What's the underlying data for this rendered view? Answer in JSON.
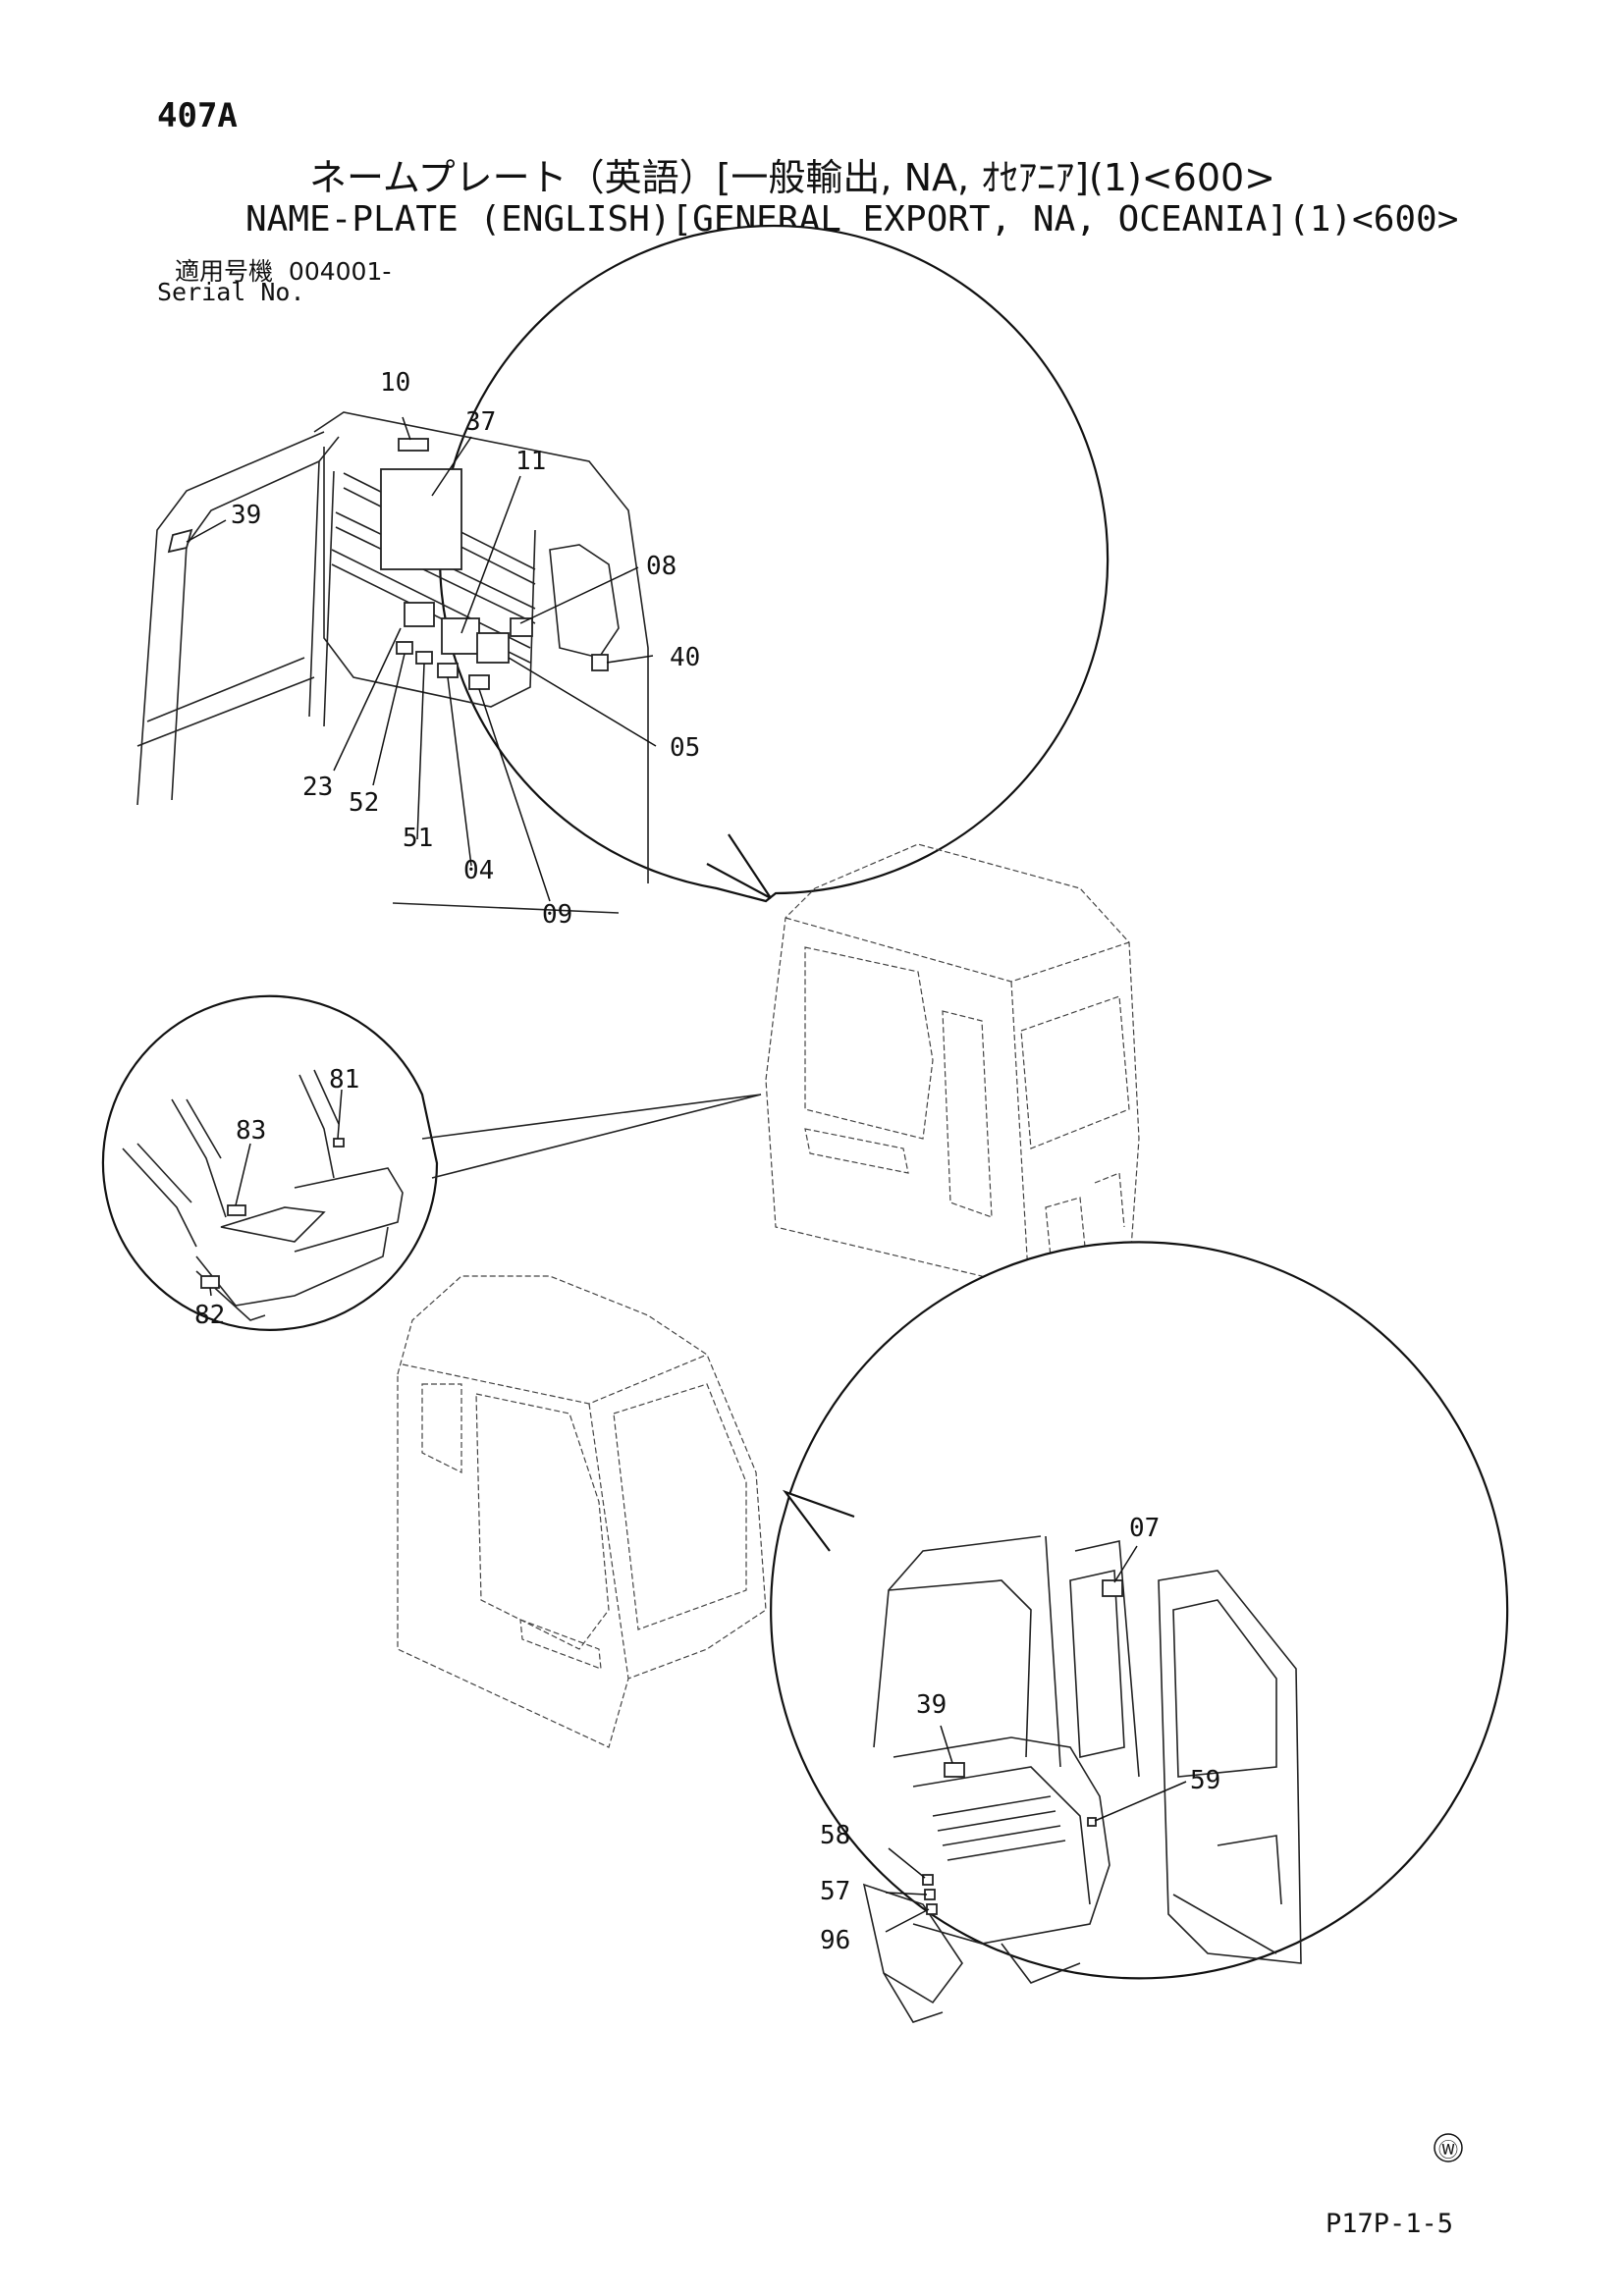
{
  "header": {
    "page_code": "407A",
    "title_jp": "ネームプレート（英語）[一般輸出, NA, ｵｾｱﾆｱ](1)<600>",
    "title_en": "NAME-PLATE (ENGLISH)[GENERAL EXPORT, NA, OCEANIA](1)<600>",
    "serial_label_jp": "適用号機",
    "serial_value": "004001-",
    "serial_label_en": "Serial No."
  },
  "callouts": {
    "c10": "10",
    "c37": "37",
    "c11": "11",
    "c39a": "39",
    "c08": "08",
    "c40": "40",
    "c05": "05",
    "c23": "23",
    "c52": "52",
    "c51": "51",
    "c04": "04",
    "c09": "09",
    "c81": "81",
    "c83": "83",
    "c82": "82",
    "c07": "07",
    "c39b": "39",
    "c59": "59",
    "c58": "58",
    "c57": "57",
    "c96": "96"
  },
  "footer": {
    "watermark_symbol": "Ⓦ",
    "page_ref": "P17P-1-5"
  }
}
